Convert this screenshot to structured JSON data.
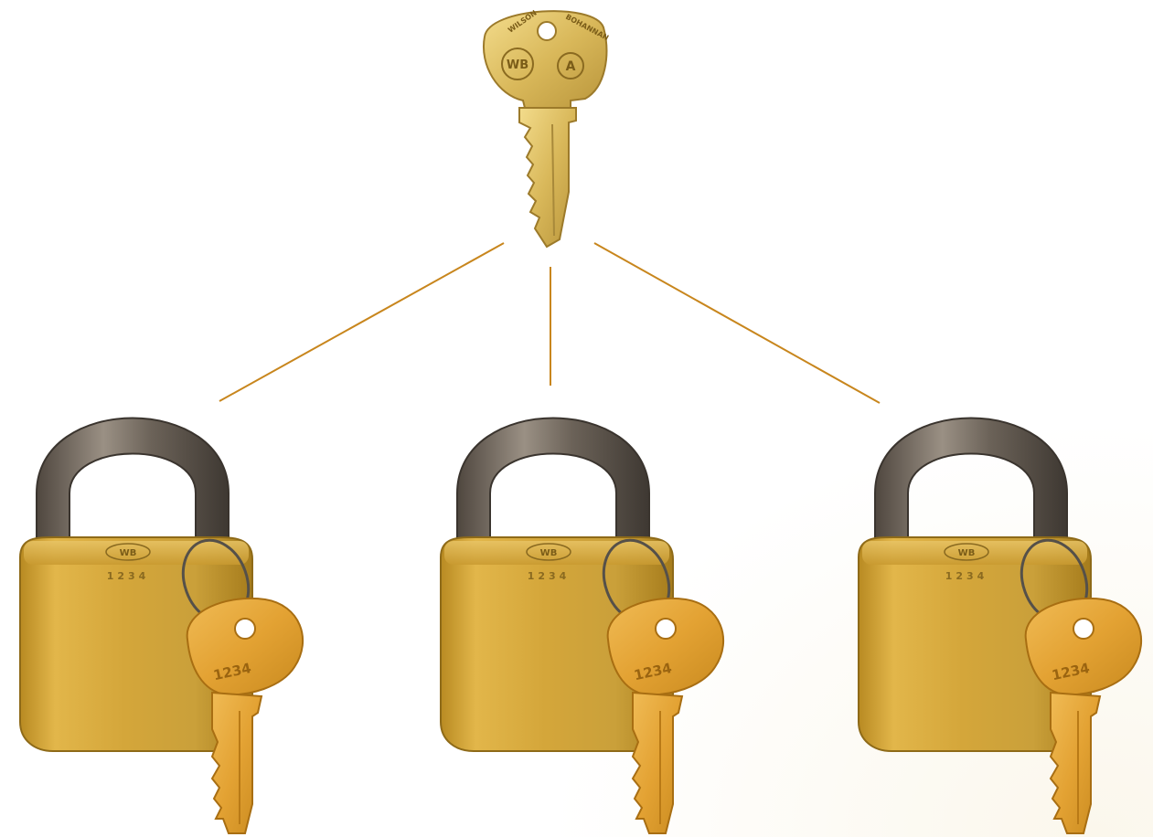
{
  "master_key": {
    "bow_text_left": "WILSON",
    "bow_text_right": "BOHANNAN",
    "brand_mark": "WB",
    "master_letter": "A"
  },
  "padlocks": [
    {
      "brand_mark": "WB",
      "body_code": "1234",
      "key_code": "1234"
    },
    {
      "brand_mark": "WB",
      "body_code": "1234",
      "key_code": "1234"
    },
    {
      "brand_mark": "WB",
      "body_code": "1234",
      "key_code": "1234"
    }
  ],
  "colors": {
    "connector_line": "#c8861d",
    "brass": "#d9ab3c",
    "shackle": "#6e655b",
    "key_orange": "#e5a43a"
  }
}
